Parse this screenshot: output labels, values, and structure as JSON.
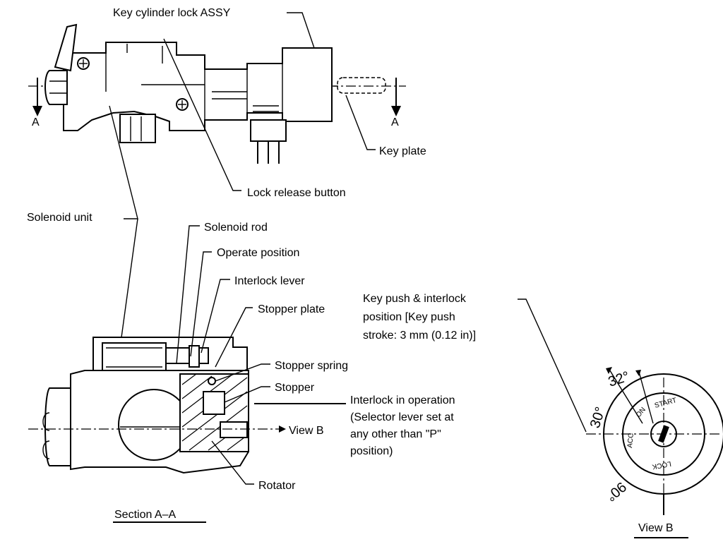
{
  "labels": {
    "key_cylinder": "Key cylinder lock ASSY",
    "key_plate": "Key plate",
    "lock_release": "Lock release button",
    "solenoid_unit": "Solenoid unit",
    "solenoid_rod": "Solenoid rod",
    "operate_position": "Operate position",
    "interlock_lever": "Interlock lever",
    "stopper_plate": "Stopper plate",
    "stopper_spring": "Stopper spring",
    "stopper": "Stopper",
    "interlock_op_1": "Interlock in operation",
    "interlock_op_2": "(Selector lever set at",
    "interlock_op_3": "any other than \"P\"",
    "interlock_op_4": "position)",
    "view_b_arrow": "View B",
    "rotator": "Rotator",
    "section_aa": "Section A–A",
    "key_push_1": "Key push & interlock",
    "key_push_2": "position [Key push",
    "key_push_3": "stroke:  3 mm (0.12 in)]",
    "view_b_title": "View B",
    "section_mark_left": "A",
    "section_mark_right": "A"
  },
  "view_b": {
    "angle_32": "32°",
    "angle_30": "30°",
    "angle_90": "90°",
    "pos_start": "START",
    "pos_on": "ON",
    "pos_acc": "ACC",
    "pos_lock": "LOCK"
  }
}
